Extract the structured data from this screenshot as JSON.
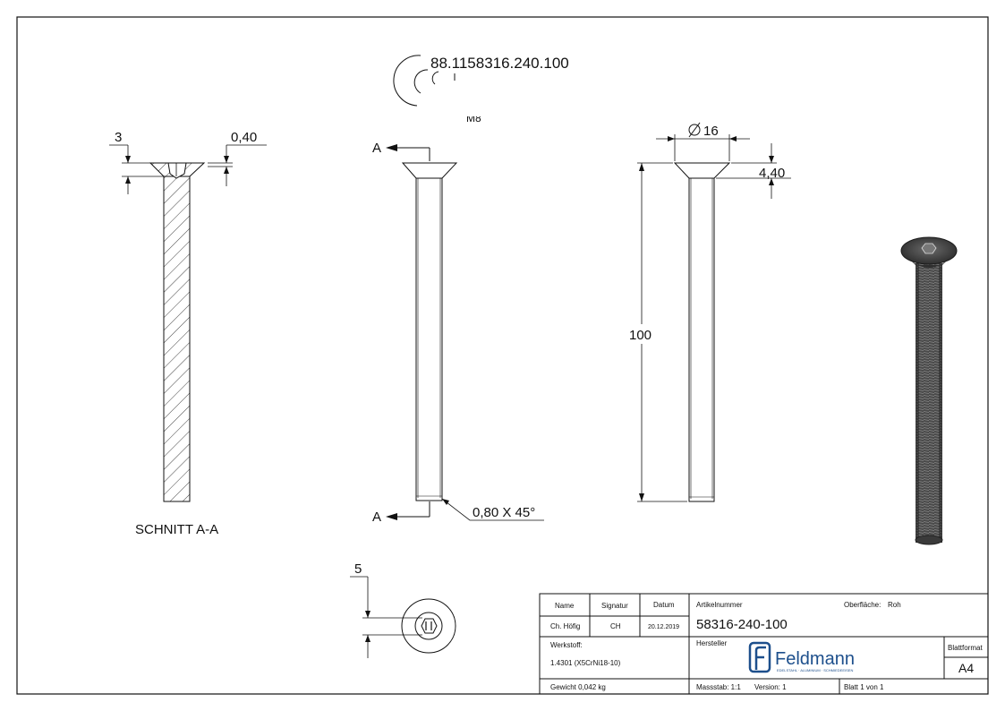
{
  "drawing": {
    "stamp_number": "88.1158316.240.100",
    "stamp_partial": "M8",
    "section_label": "SCHNITT A-A",
    "section_marker": "A"
  },
  "dimensions": {
    "head_depth": "3",
    "recess_offset": "0,40",
    "head_diameter": "16",
    "head_height": "4,40",
    "length": "100",
    "chamfer": "0,80 X 45°",
    "hex_size": "5"
  },
  "title_block": {
    "headers": {
      "name": "Name",
      "signatur": "Signatur",
      "datum": "Datum"
    },
    "row": {
      "name": "Ch. Höfig",
      "signatur": "CH",
      "datum": "20.12.2019"
    },
    "werkstoff_label": "Werkstoff:",
    "werkstoff_value": "1.4301 (X5CrNi18-10)",
    "gewicht": "Gewicht 0,042 kg",
    "artikel_label": "Artikelnummer",
    "artikel_value": "58316-240-100",
    "oberflaeche_label": "Oberfläche:",
    "oberflaeche_value": "Roh",
    "hersteller_label": "Hersteller",
    "logo_name": "Feldmann",
    "logo_tagline": "EDELSTAHL · ALUMINIUM · SCHMIEDEEISEN",
    "blattformat_label": "Blattformat",
    "blattformat_value": "A4",
    "massstab": "Massstab: 1:1",
    "version": "Version: 1",
    "blatt": "Blatt 1 von 1"
  },
  "colors": {
    "line": "#111111",
    "logo_blue": "#1d4f8c",
    "render_dark": "#3a3a3a"
  }
}
